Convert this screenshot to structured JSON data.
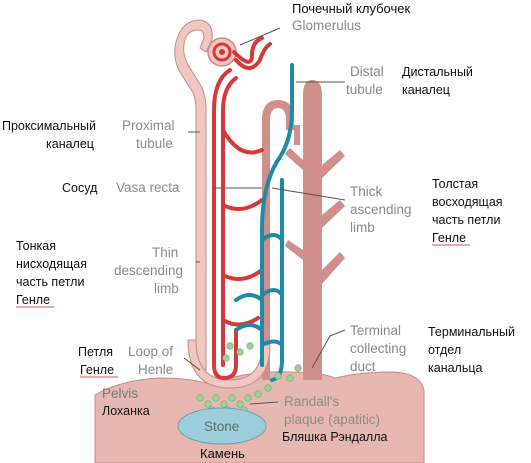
{
  "labels_en": {
    "glomerulus": "Glomerulus",
    "distal_1": "Distal",
    "distal_2": "tubule",
    "proximal_1": "Proximal",
    "proximal_2": "tubule",
    "vasa_recta": "Vasa recta",
    "thick_1": "Thick",
    "thick_2": "ascending",
    "thick_3": "limb",
    "thin_1": "Thin",
    "thin_2": "descending",
    "thin_3": "limb",
    "terminal_1": "Terminal",
    "terminal_2": "collecting",
    "terminal_3": "duct",
    "loop_1": "Loop of",
    "loop_2": "Henle",
    "pelvis": "Pelvis",
    "randall_1": "Randall's",
    "randall_2": "plaque (apatitic)",
    "stone": "Stone"
  },
  "labels_ru": {
    "glomerulus": "Почечный клубочек",
    "distal_1": "Дистальный",
    "distal_2": "каналец",
    "proximal_1": "Проксимальный",
    "proximal_2": "каналец",
    "vessel": "Сосуд",
    "thick_1": "Толстая",
    "thick_2": "восходящая",
    "thick_3": "часть петли",
    "thick_4": "Генле",
    "thin_1": "Тонкая",
    "thin_2": "нисходящая",
    "thin_3": "часть петли",
    "thin_4": "Генле",
    "terminal_1": "Терминальный",
    "terminal_2": "отдел",
    "terminal_3": "канальца",
    "loop_1": "Петля",
    "loop_2": "Генле",
    "pelvis": "Лоханка",
    "randall": "Бляшка Рэндалла",
    "stone": "Камень"
  },
  "colors": {
    "artery_red": "#d43a3a",
    "tubule_pink": "#f0c7c1",
    "tubule_outline": "#c98a86",
    "duct_rose": "#cf8f8b",
    "vein_teal": "#1f8aa5",
    "crystal_green": "#9fd09a",
    "stone_blue": "#9ccfdb",
    "tissue_pink": "#e6b8b1",
    "label_grey": "#8a8a8a",
    "underline_red": "#d9534f"
  }
}
